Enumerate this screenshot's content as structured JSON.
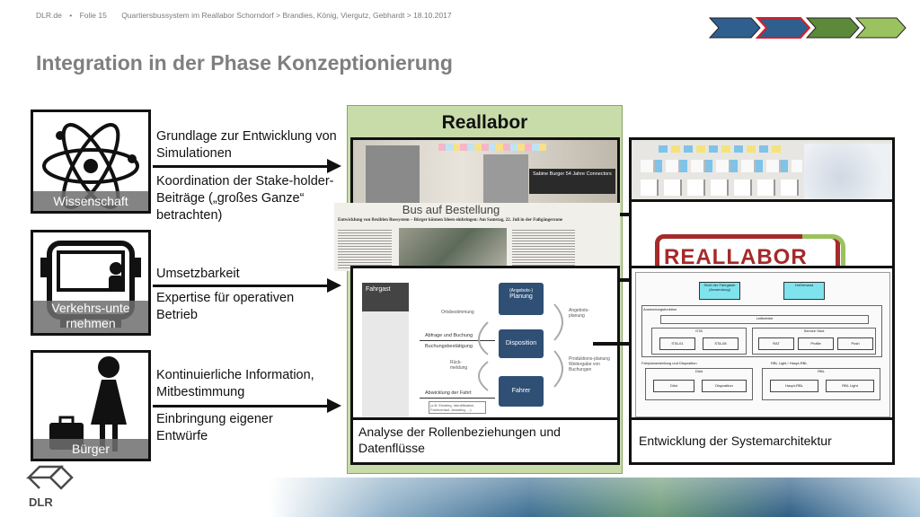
{
  "header": {
    "org": "DLR.de",
    "bullet": "•",
    "slide": "Folie 15",
    "crumb": "Quartiersbussystem im Reallabor Schorndorf  >  Brandies, König, Viergutz, Gebhardt  >  18.10.2017"
  },
  "title": "Integration in der Phase Konzeptionierung",
  "chevrons": [
    {
      "fill": "#2e5f8f",
      "active": false
    },
    {
      "fill": "#2e5f8f",
      "active": true
    },
    {
      "fill": "#5d8a3a",
      "active": false
    },
    {
      "fill": "#9ac25f",
      "active": false
    }
  ],
  "colors": {
    "chevron_highlight": "#e01b24",
    "reallabor_bg": "#c8dcaa"
  },
  "tiles": [
    {
      "label": "Wissenschaft",
      "icon": "atom-icon"
    },
    {
      "label": "Verkehrs-unternehmen",
      "icon": "bus-icon"
    },
    {
      "label": "Bürger",
      "icon": "person-with-bag-icon"
    }
  ],
  "texts": {
    "t1": "Grundlage zur Entwicklung von Simulationen",
    "t2": "Koordination der Stake-holder-Beiträge („großes Ganze“ betrachten)",
    "t3": "Umsetzbarkeit",
    "t4": "Expertise für operativen Betrieb",
    "t5": "Kontinuierliche Information, Mitbestimmung",
    "t6": "Einbringung eigener Entwürfe"
  },
  "reallabor": {
    "title": "Reallabor",
    "photo_caption": "Sabine Burger 54 Jahre Connectors",
    "news_headline": "Bus auf Bestellung",
    "news_sub": "Entwicklung von flexiblen Bussystem – Bürger können Ideen einbringen: Am Samstag, 22. Juli in der Fußgängerzone",
    "process": {
      "fahrgast": "Fahrgast",
      "planung_small": "(Angebots-)",
      "planung": "Planung",
      "disposition": "Disposition",
      "fahrer": "Fahrer",
      "l1": "Ortsbestimmung",
      "l2": "Abfrage und Buchung",
      "l3": "Buchungsbestätigung",
      "l4": "Rück-meldung",
      "l5": "Abwicklung der Fahrt",
      "l5b": "(z.B. Einstieg, Identifikation, Fahrtverlauf, Ausstieg, ...)",
      "r1": "Angebots-planung",
      "r2": "Produktions-planung Weitergabe von Buchungen"
    },
    "analyse_caption": "Analyse der Rollenbeziehungen und Datenflüsse"
  },
  "right": {
    "logo_text": "REALLABOR",
    "arch_caption": "Entwicklung der Systemarchitektur",
    "arch": {
      "top1": "Sicht der Fahrgäste (Anwendung)",
      "top2": "OnDemand",
      "layer1": "Anwendungsfunktion",
      "sub1": "Leitbetrieb",
      "g1": "OTA",
      "g2": "Service Stud",
      "m1": "STA-01",
      "m2": "STA-08",
      "m3": "RAT",
      "m4": "Profile",
      "m5": "Push",
      "layer2": "Fahrplanerstellung und Disposition",
      "layer2b": "RBL Light / Haupt-RBL",
      "g3": "Dilot",
      "g4": "RBL",
      "m6": "Dilot",
      "m7": "Disposition",
      "m8": "Haupt-RBL",
      "m9": "RBL Light"
    }
  },
  "footer": {
    "logo_text": "DLR"
  }
}
